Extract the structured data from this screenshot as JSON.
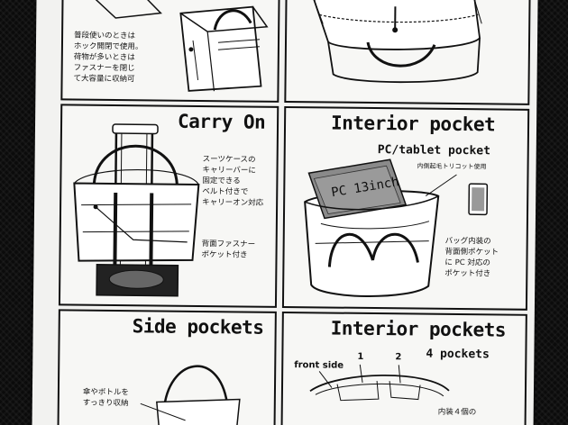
{
  "panels": {
    "top_left": {
      "text": "普段使いのときは\nホック開閉で使用。\n荷物が多いときは\nファスナーを閉じ\nて大容量に収納可"
    },
    "carry_on": {
      "title": "Carry On",
      "text1": "スーツケースの\nキャリーバーに\n固定できる\nベルト付きで\nキャリーオン対応",
      "text2": "背面ファスナー\nポケット付き"
    },
    "interior_pocket": {
      "title": "Interior pocket",
      "subtitle": "PC/tablet pocket",
      "note": "内側起毛トリコット使用",
      "laptop_label": "PC 13inch",
      "text": "バッグ内装の\n背面側ポケット\nに PC 対応の\nポケット付き"
    },
    "side_pockets": {
      "title": "Side pockets",
      "text": "傘やボトルを\nすっきり収納"
    },
    "interior_pockets": {
      "title": "Interior pockets",
      "subtitle": "4 pockets",
      "front_side": "front side",
      "num1": "1",
      "num2": "2",
      "text": "内装４個の"
    }
  },
  "colors": {
    "ink": "#111111",
    "paper": "#f7f7f5",
    "laptop": "#8a8a8a",
    "background": "#0b0b0b"
  }
}
